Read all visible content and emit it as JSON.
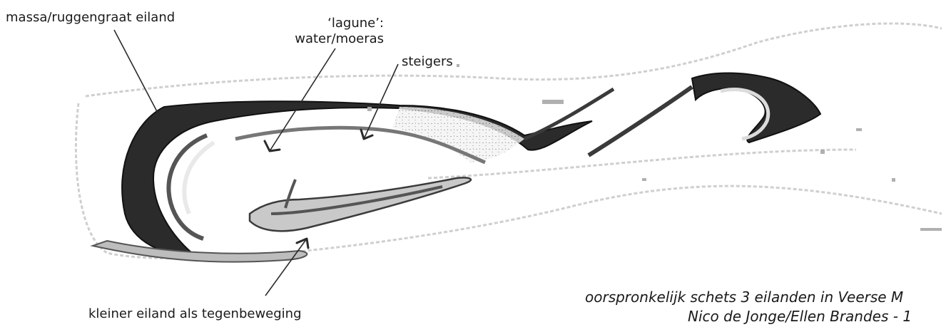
{
  "labels": {
    "massa": "massa/ruggengraat eiland",
    "lagune_line1": "‘lagune’:",
    "lagune_line2": "water/moeras",
    "steigers": "steigers",
    "kleiner": "kleiner eiland als tegenbeweging"
  },
  "caption": {
    "line1": "oorspronkelijk schets 3 eilanden in Veerse M",
    "line2": "Nico de Jonge/Ellen Brandes - 1"
  },
  "colors": {
    "ink": "#1a1a1a",
    "sketch_dark": "#2b2b2b",
    "sketch_mid": "#9a9a9a",
    "sketch_light": "#e6e6e6"
  }
}
